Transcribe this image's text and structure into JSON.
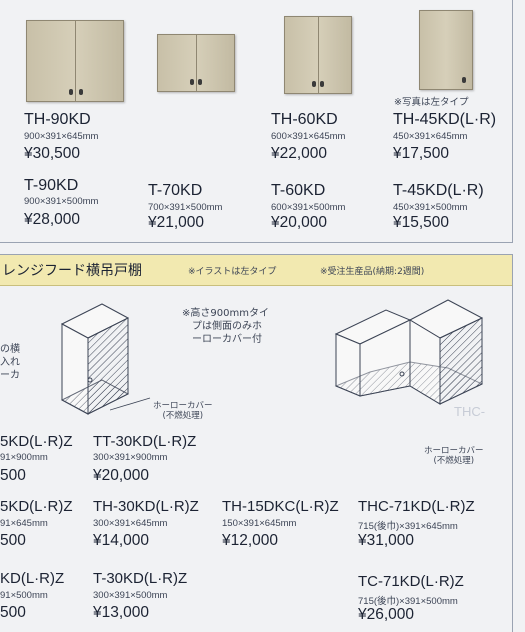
{
  "top": {
    "photo_note": "※写真は左タイプ",
    "row1": [
      {
        "model": "TH-90KD",
        "dims": "900×391×645mm",
        "price": "¥30,500"
      },
      {
        "model": "TH-60KD",
        "dims": "600×391×645mm",
        "price": "¥22,000"
      },
      {
        "model": "TH-45KD(L·R)",
        "dims": "450×391×645mm",
        "price": "¥17,500"
      }
    ],
    "row2": [
      {
        "model": "T-90KD",
        "dims": "900×391×500mm",
        "price": "¥28,000"
      },
      {
        "model": "T-70KD",
        "dims": "700×391×500mm",
        "price": "¥21,000"
      },
      {
        "model": "T-60KD",
        "dims": "600×391×500mm",
        "price": "¥20,000"
      },
      {
        "model": "T-45KD(L·R)",
        "dims": "450×391×500mm",
        "price": "¥15,500"
      }
    ]
  },
  "section": {
    "title": "レンジフード横吊戸棚",
    "note_illustration": "※イラストは左タイプ",
    "note_order": "※受注生産品(納期:2週間)",
    "side_note": [
      "※高さ900mmタイ",
      "プは側面のみホ",
      "ーローカバー付"
    ],
    "left_cut_note": [
      "の横",
      "入れ",
      "ーカ"
    ],
    "enamel_label": "ホーローカバー",
    "nonflame_label": "(不燃処理)"
  },
  "items": {
    "r1": [
      {
        "model": "5KD(L·R)Z",
        "dims": "91×900mm",
        "price": "500"
      },
      {
        "model": "TT-30KD(L·R)Z",
        "dims": "300×391×900mm",
        "price": "¥20,000"
      }
    ],
    "r2": [
      {
        "model": "5KD(L·R)Z",
        "dims": "91×645mm",
        "price": "500"
      },
      {
        "model": "TH-30KD(L·R)Z",
        "dims": "300×391×645mm",
        "price": "¥14,000"
      },
      {
        "model": "TH-15DKC(L·R)Z",
        "dims": "150×391×645mm",
        "price": "¥12,000"
      },
      {
        "model": "THC-71KD(L·R)Z",
        "dims": "715(後巾)×391×645mm",
        "price": "¥31,000"
      }
    ],
    "r3": [
      {
        "model": "KD(L·R)Z",
        "dims": "91×500mm",
        "price": "500"
      },
      {
        "model": "T-30KD(L·R)Z",
        "dims": "300×391×500mm",
        "price": "¥13,000"
      },
      {
        "model": "TC-71KD(L·R)Z",
        "dims": "715(後巾)×391×500mm",
        "price": "¥26,000"
      }
    ]
  },
  "colors": {
    "header_bg": "#f2e9b0",
    "cabinet": "#cfc7b0",
    "text": "#1c2333"
  }
}
